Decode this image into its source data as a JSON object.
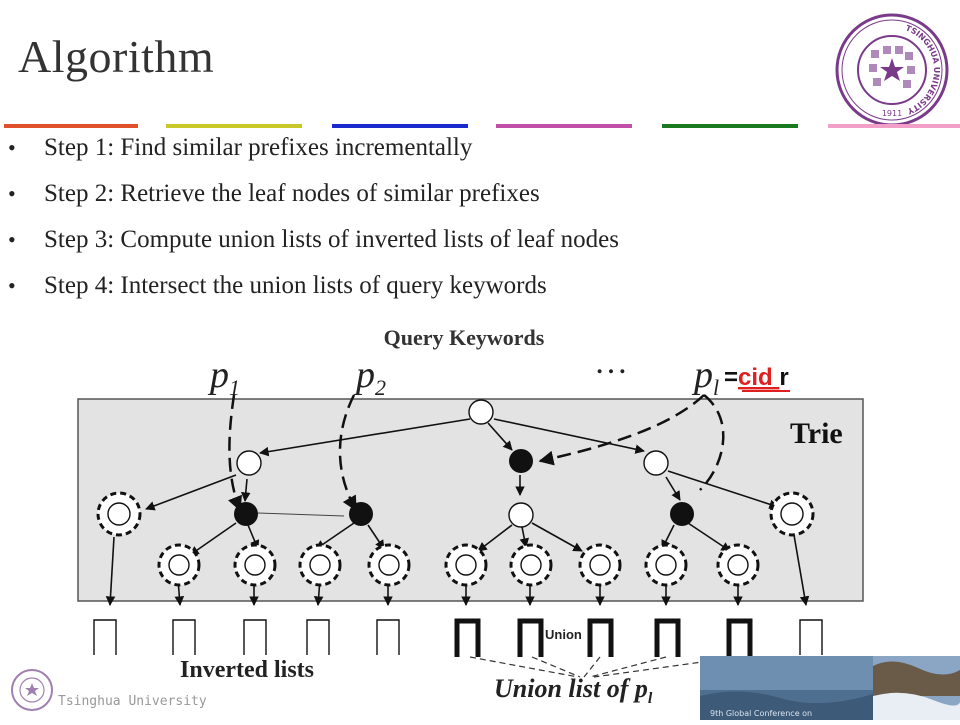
{
  "slide": {
    "title": "Algorithm",
    "bullets": [
      "Step 1: Find similar prefixes incrementally",
      "Step 2: Retrieve the leaf nodes of similar prefixes",
      "Step 3: Compute union lists of inverted lists of leaf nodes",
      "Step 4: Intersect the union lists of query keywords"
    ],
    "color_bars": [
      "#e0502a",
      "#c8c82a",
      "#1a2acc",
      "#c050a8",
      "#1a7a20",
      "#f2a0c8"
    ]
  },
  "diagram": {
    "heading": "Query Keywords",
    "prefixes": [
      "p",
      "p",
      "p"
    ],
    "prefix_subscripts": [
      "1",
      "2",
      "l"
    ],
    "ellipsis": "…",
    "annotation_prefix": "=",
    "annotation_red": "cid ",
    "annotation_suffix": "r",
    "trie_label": "Trie",
    "union_label": "Union",
    "inverted_lists_label": "Inverted lists",
    "union_list_label": "Union list of p",
    "union_list_subscript": "l"
  },
  "footer": {
    "university_text": "Tsinghua University",
    "photo_caption": "9th Global Conference on"
  },
  "logo": {
    "ring_text": "TSINGHUA UNIVERSITY",
    "year": "1911"
  }
}
